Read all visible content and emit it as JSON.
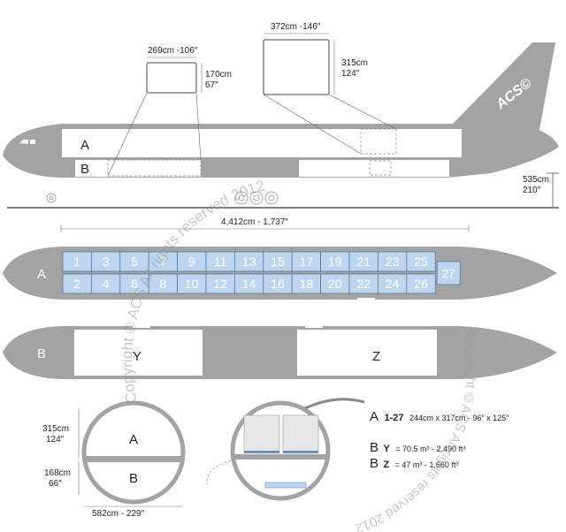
{
  "dimensions": {
    "door_small": {
      "width": "269cm -106″",
      "height_cm": "170cm",
      "height_in": "67″"
    },
    "door_large": {
      "width": "372cm -146″",
      "height_cm": "315cm",
      "height_in": "124″"
    },
    "ground_height": {
      "cm": "535cm",
      "in": "210″"
    },
    "main_length": "4,412cm - 1,737″",
    "section_upper": {
      "cm": "315cm",
      "in": "124″"
    },
    "section_lower": {
      "cm": "168cm",
      "in": "66″"
    },
    "section_width": "582cm - 229″"
  },
  "labels": {
    "side_deck_a": "A",
    "side_deck_b": "B",
    "main_deck": "A",
    "lower_deck": "B",
    "hold_y": "Y",
    "hold_z": "Z",
    "section_a": "A",
    "section_b": "B",
    "tail_logo": "ACS©"
  },
  "positions": {
    "top_row": [
      "1",
      "3",
      "5",
      "7",
      "9",
      "11",
      "13",
      "15",
      "17",
      "19",
      "21",
      "23",
      "25"
    ],
    "bottom_row": [
      "2",
      "4",
      "6",
      "8",
      "10",
      "12",
      "14",
      "16",
      "18",
      "20",
      "22",
      "24",
      "26"
    ],
    "tail": "27"
  },
  "legend": [
    {
      "key": "A",
      "positions": "1-27",
      "value": "244cm x 317cm - 96″ x 125″"
    },
    {
      "key": "B",
      "positions": "Y",
      "value": "= 70.5 m³ - 2,490 ft³"
    },
    {
      "key": "B",
      "positions": "Z",
      "value": "= 47 m³ - 1,660 ft³"
    }
  ],
  "watermark": "Copyright © ACS All rights reserved 2012",
  "colors": {
    "fuselage": "#a3a3a3",
    "pallet_fill": "#bcd6ef",
    "pallet_stroke": "#4a6f96",
    "line": "#333333"
  }
}
